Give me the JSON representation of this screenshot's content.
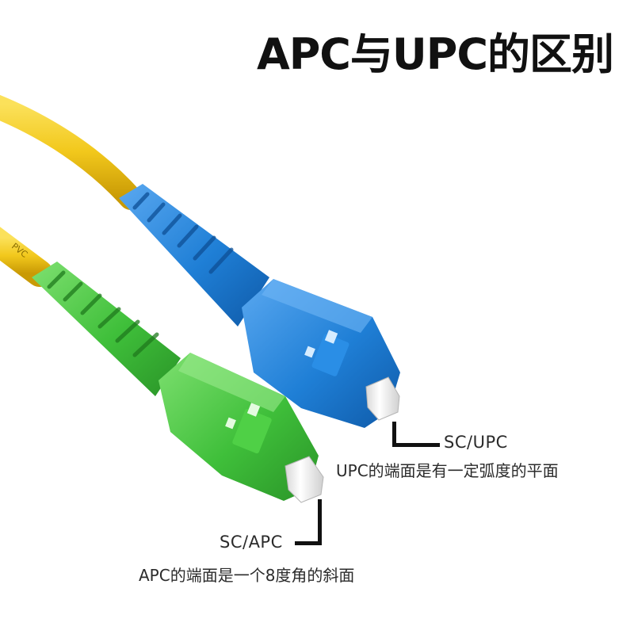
{
  "title": "APC与UPC的区别",
  "upc": {
    "name": "SC/UPC",
    "description": "UPC的端面是有一定弧度的平面",
    "color": "#1f7fd6"
  },
  "apc": {
    "name": "SC/APC",
    "description": "APC的端面是一个8度角的斜面",
    "color": "#3fbf3a"
  },
  "cable_color": "#f2c81c",
  "jacket_marking": "PVC"
}
